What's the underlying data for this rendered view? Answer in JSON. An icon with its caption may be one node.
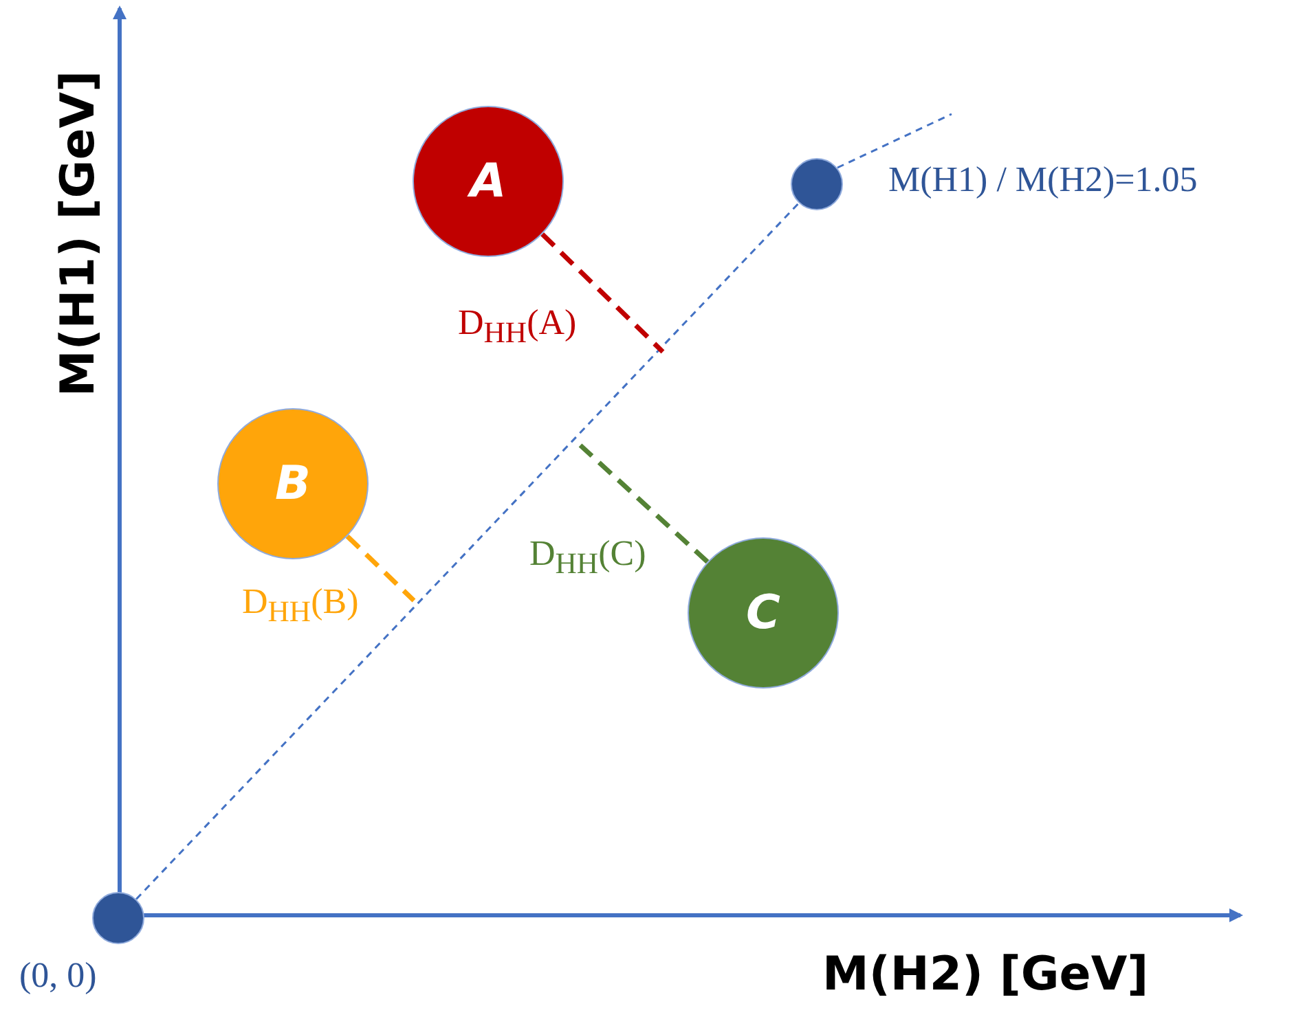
{
  "diagram": {
    "nodes": [
      {
        "text": [
          "A"
        ]
      },
      {
        "text": [],
        "shape": "circle",
        "beside": [
          "M(H1) / M(H2)=1.05"
        ]
      },
      {
        "text": [
          "B"
        ]
      },
      {
        "text": [
          "C"
        ]
      },
      {
        "text": [],
        "shape": "circle",
        "beside": [
          "(0, 0)"
        ]
      }
    ],
    "edges": [
      {
        "from": 4,
        "to": 1,
        "arrow": "none",
        "style": "dashed"
      },
      {
        "from": 0,
        "to": null,
        "arrow": "none",
        "label": "D$_{HH}$(A)",
        "style": "dashed",
        "color": "#c00000"
      },
      {
        "from": 2,
        "to": null,
        "arrow": "none",
        "label": "D$_{HH}$(B)",
        "style": "dashed",
        "color": "#ffa50a"
      },
      {
        "from": 3,
        "to": null,
        "arrow": "none",
        "label": "D$_{HH}$(C)",
        "style": "dashed",
        "color": "#548235"
      }
    ],
    "labels": [
      "M(H1) [GeV]",
      "M(H2) [GeV]"
    ]
  }
}
